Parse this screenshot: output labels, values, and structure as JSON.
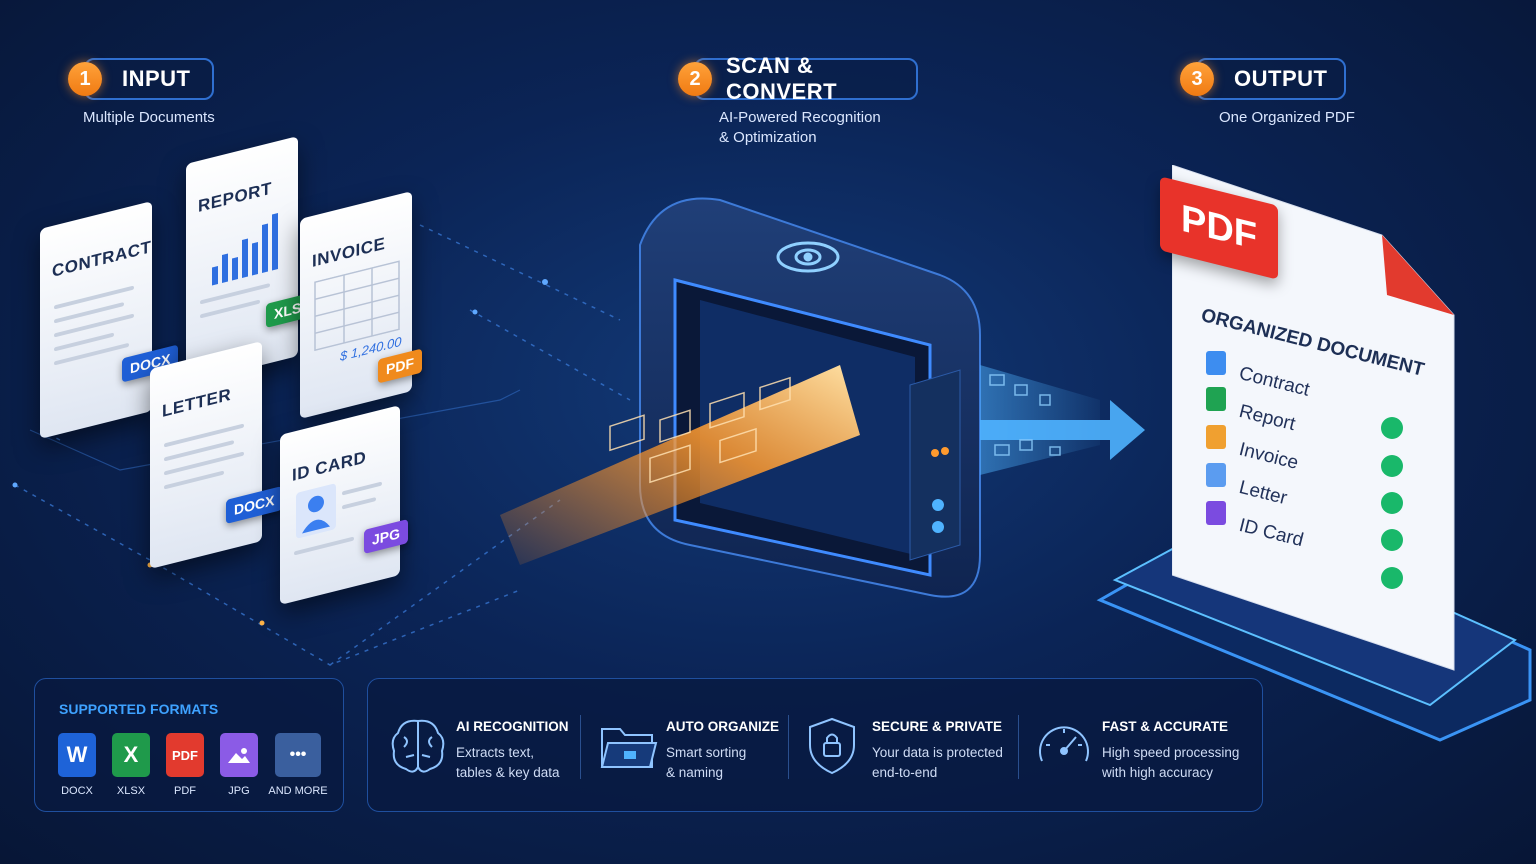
{
  "steps": [
    {
      "num": "1",
      "title": "INPUT",
      "sub": [
        "Multiple Documents"
      ]
    },
    {
      "num": "2",
      "title": "SCAN & CONVERT",
      "sub": [
        "AI-Powered Recognition",
        "& Optimization"
      ]
    },
    {
      "num": "3",
      "title": "OUTPUT",
      "sub": [
        "One Organized PDF"
      ]
    }
  ],
  "input_docs": [
    {
      "title": "CONTRACT",
      "format": "DOCX",
      "format_color": "#1f5fd6"
    },
    {
      "title": "REPORT",
      "format": "XLSX",
      "format_color": "#1f9a4b"
    },
    {
      "title": "INVOICE",
      "format": "PDF",
      "format_color": "#f08a1c",
      "amount": "$ 1,240.00"
    },
    {
      "title": "LETTER",
      "format": "DOCX",
      "format_color": "#1f5fd6"
    },
    {
      "title": "ID CARD",
      "format": "JPG",
      "format_color": "#7b4be0"
    }
  ],
  "output_doc": {
    "badge": "PDF",
    "title": "ORGANIZED DOCUMENT",
    "items": [
      {
        "label": "Contract",
        "icon": "docx-file-icon",
        "color": "#3d8df0"
      },
      {
        "label": "Report",
        "icon": "xlsx-file-icon",
        "color": "#1fa352"
      },
      {
        "label": "Invoice",
        "icon": "invoice-file-icon",
        "color": "#f0a030"
      },
      {
        "label": "Letter",
        "icon": "letter-file-icon",
        "color": "#5b9cf0"
      },
      {
        "label": "ID Card",
        "icon": "id-card-icon",
        "color": "#7b4be0"
      }
    ]
  },
  "supported_formats": {
    "title": "SUPPORTED FORMATS",
    "items": [
      {
        "label": "DOCX",
        "glyph": "W",
        "color": "#1e63d8"
      },
      {
        "label": "XLSX",
        "glyph": "X",
        "color": "#1f9a4b"
      },
      {
        "label": "PDF",
        "glyph": "PDF",
        "color": "#e23a2e"
      },
      {
        "label": "JPG",
        "glyph": "",
        "color": "#8b5be6"
      },
      {
        "label": "AND MORE",
        "glyph": "•••",
        "color": "#3a5f9e"
      }
    ]
  },
  "features": [
    {
      "title": "AI RECOGNITION",
      "desc": [
        "Extracts text,",
        "tables & key data"
      ],
      "icon": "brain-icon"
    },
    {
      "title": "AUTO ORGANIZE",
      "desc": [
        "Smart sorting",
        "& naming"
      ],
      "icon": "folder-icon"
    },
    {
      "title": "SECURE & PRIVATE",
      "desc": [
        "Your data is protected",
        "end-to-end"
      ],
      "icon": "shield-lock-icon"
    },
    {
      "title": "FAST & ACCURATE",
      "desc": [
        "High speed processing",
        "with high accuracy"
      ],
      "icon": "speedometer-icon"
    }
  ]
}
